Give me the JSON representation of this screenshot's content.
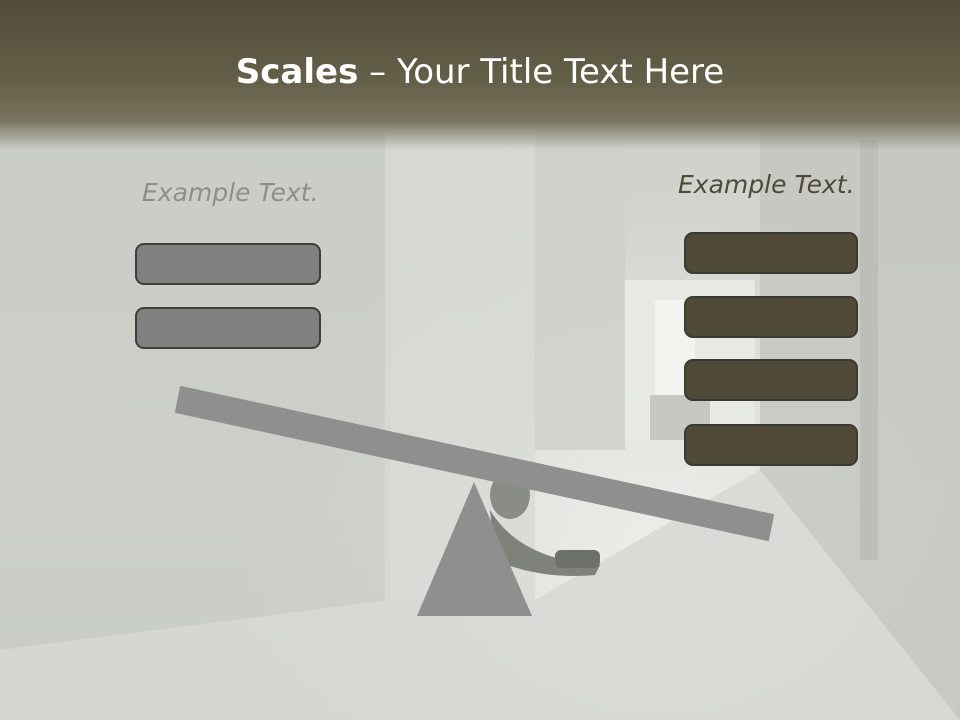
{
  "slide": {
    "title_bold": "Scales",
    "title_rest": " – Your Title Text Here",
    "left_label": "Example Text.",
    "right_label": "Example Text."
  },
  "left_boxes": [
    "",
    ""
  ],
  "right_boxes": [
    "",
    "",
    "",
    ""
  ],
  "colors": {
    "header": "#5a5640",
    "left_box": "#808080",
    "right_box": "#4f4a38",
    "scale": "#8f8f8f"
  }
}
